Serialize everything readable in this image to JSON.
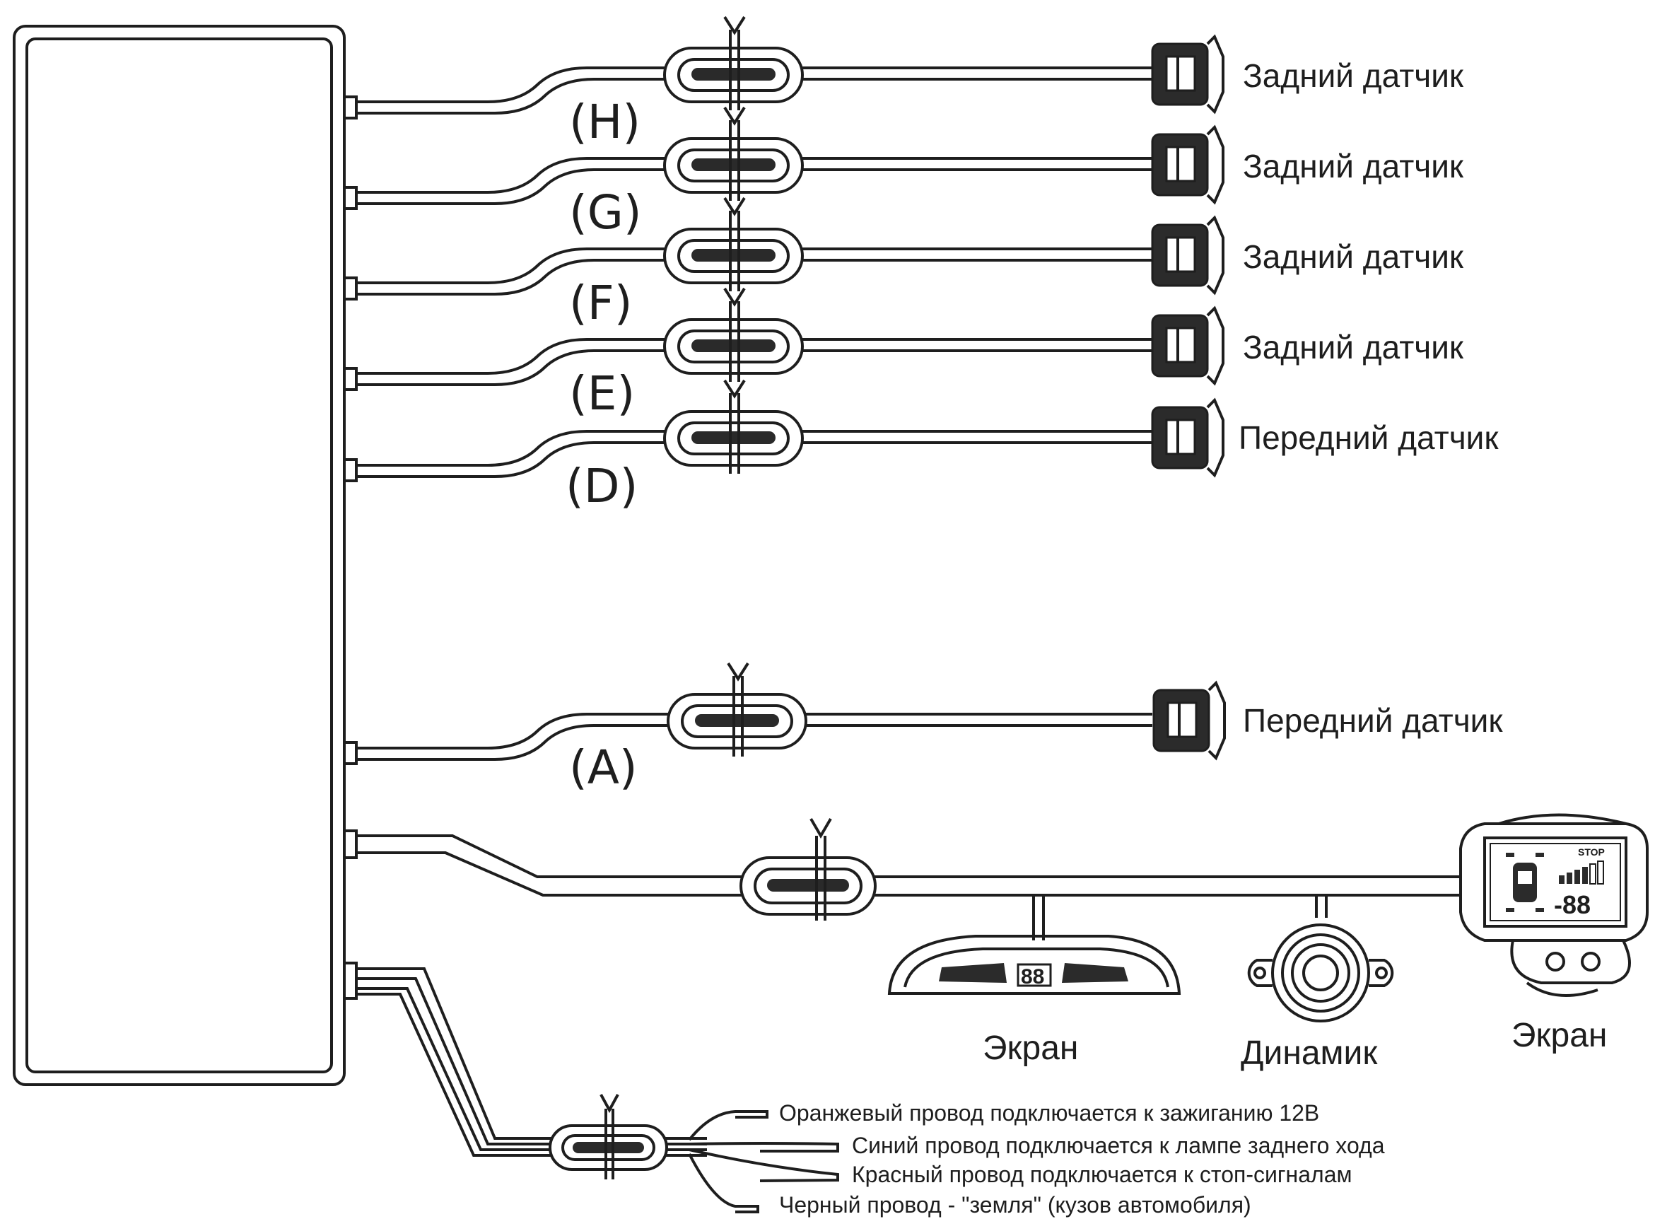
{
  "channels": [
    {
      "id": "H",
      "label": "(H)",
      "sensor_label": "Задний датчик"
    },
    {
      "id": "G",
      "label": "(G)",
      "sensor_label": "Задний датчик"
    },
    {
      "id": "F",
      "label": "(F)",
      "sensor_label": "Задний датчик"
    },
    {
      "id": "E",
      "label": "(E)",
      "sensor_label": "Задний датчик"
    },
    {
      "id": "D",
      "label": "(D)",
      "sensor_label": "Передний датчик"
    },
    {
      "id": "A",
      "label": "(A)",
      "sensor_label": "Передний датчик"
    }
  ],
  "devices": {
    "screen_bar_label": "Экран",
    "speaker_label": "Динамик",
    "screen_lcd_label": "Экран",
    "lcd_stop_text": "STOP",
    "bar_digits": "88",
    "lcd_digits": "-88"
  },
  "power_wires": [
    "Оранжевый провод подключается к зажиганию 12В",
    "Синий провод подключается к лампе заднего хода",
    "Красный провод подключается к стоп-сигналам",
    "Черный провод - \"земля\" (кузов автомобиля)"
  ],
  "colors": {
    "line": "#1e1e1e",
    "fill_dark": "#2b2b2b",
    "background": "#ffffff"
  }
}
